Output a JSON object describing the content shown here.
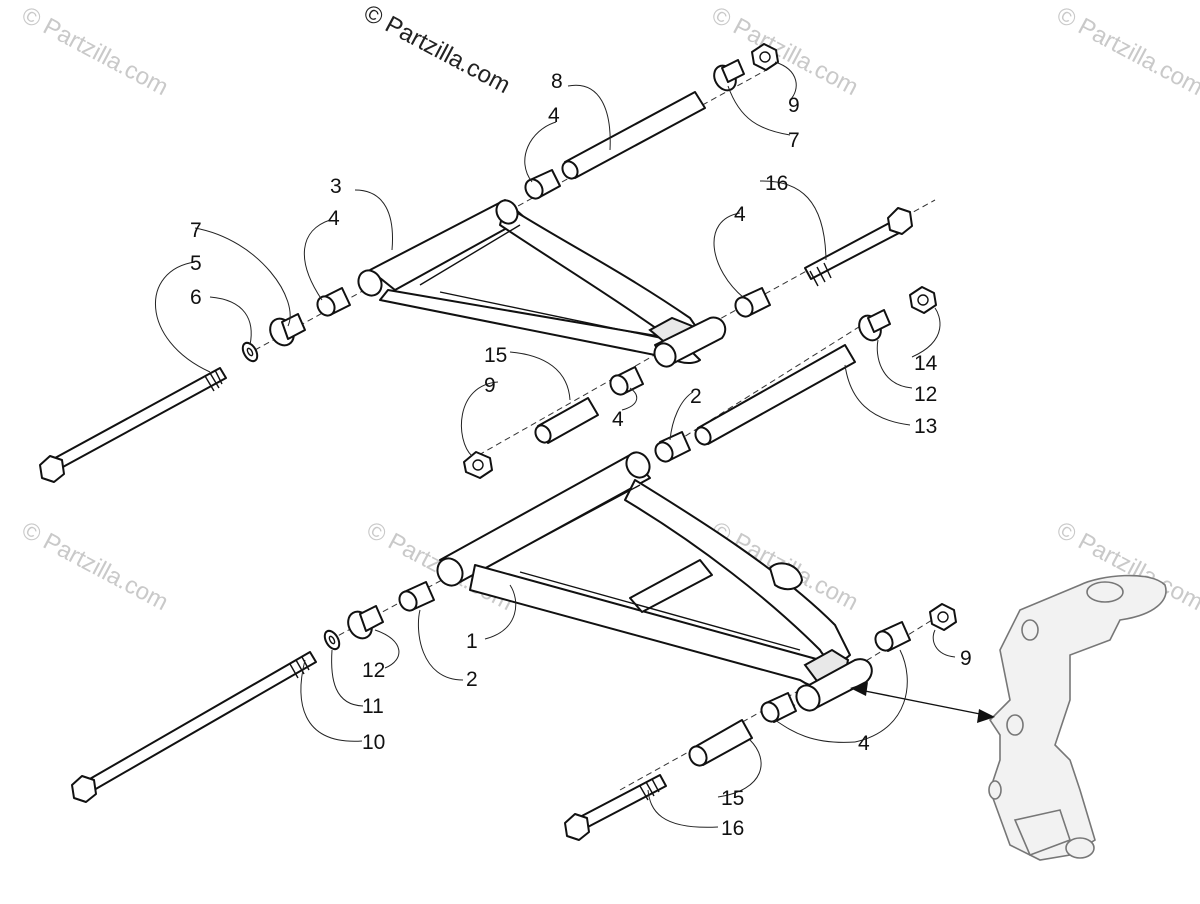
{
  "copyright": "© Partzilla.com",
  "watermark": "© Partzilla.com",
  "callouts": [
    {
      "id": "c8",
      "text": "8"
    },
    {
      "id": "c4a",
      "text": "4"
    },
    {
      "id": "c9a",
      "text": "9"
    },
    {
      "id": "c7a",
      "text": "7"
    },
    {
      "id": "c3",
      "text": "3"
    },
    {
      "id": "c4b",
      "text": "4"
    },
    {
      "id": "c16a",
      "text": "16"
    },
    {
      "id": "c4c",
      "text": "4"
    },
    {
      "id": "c7b",
      "text": "7"
    },
    {
      "id": "c5",
      "text": "5"
    },
    {
      "id": "c6",
      "text": "6"
    },
    {
      "id": "c15a",
      "text": "15"
    },
    {
      "id": "c9b",
      "text": "9"
    },
    {
      "id": "c4d",
      "text": "4"
    },
    {
      "id": "c2a",
      "text": "2"
    },
    {
      "id": "c14",
      "text": "14"
    },
    {
      "id": "c12a",
      "text": "12"
    },
    {
      "id": "c13",
      "text": "13"
    },
    {
      "id": "c1",
      "text": "1"
    },
    {
      "id": "c2b",
      "text": "2"
    },
    {
      "id": "c12b",
      "text": "12"
    },
    {
      "id": "c11",
      "text": "11"
    },
    {
      "id": "c10",
      "text": "10"
    },
    {
      "id": "c9c",
      "text": "9"
    },
    {
      "id": "c4e",
      "text": "4"
    },
    {
      "id": "c15b",
      "text": "15"
    },
    {
      "id": "c16b",
      "text": "16"
    }
  ]
}
